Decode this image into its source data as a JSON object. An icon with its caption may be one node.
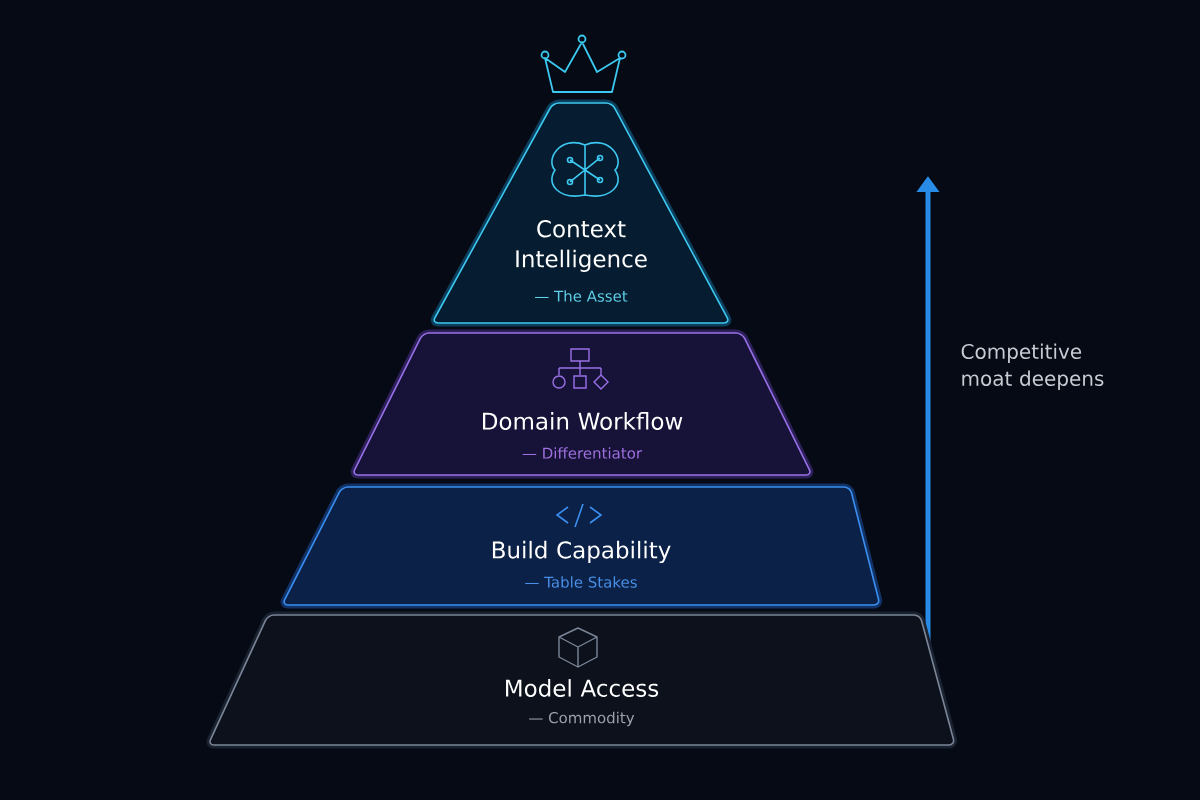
{
  "diagram": {
    "nodes": [
      {
        "text": [
          "Context Intelligence",
          "— The Asset"
        ]
      },
      {
        "text": [
          "Domain Workflow",
          "— Differentiator"
        ]
      },
      {
        "text": [
          "Build Capability",
          "— Table Stakes"
        ]
      },
      {
        "text": [
          "Model Access",
          "— Commodity"
        ]
      }
    ],
    "labels": [
      "Competitive moat deepens"
    ]
  }
}
